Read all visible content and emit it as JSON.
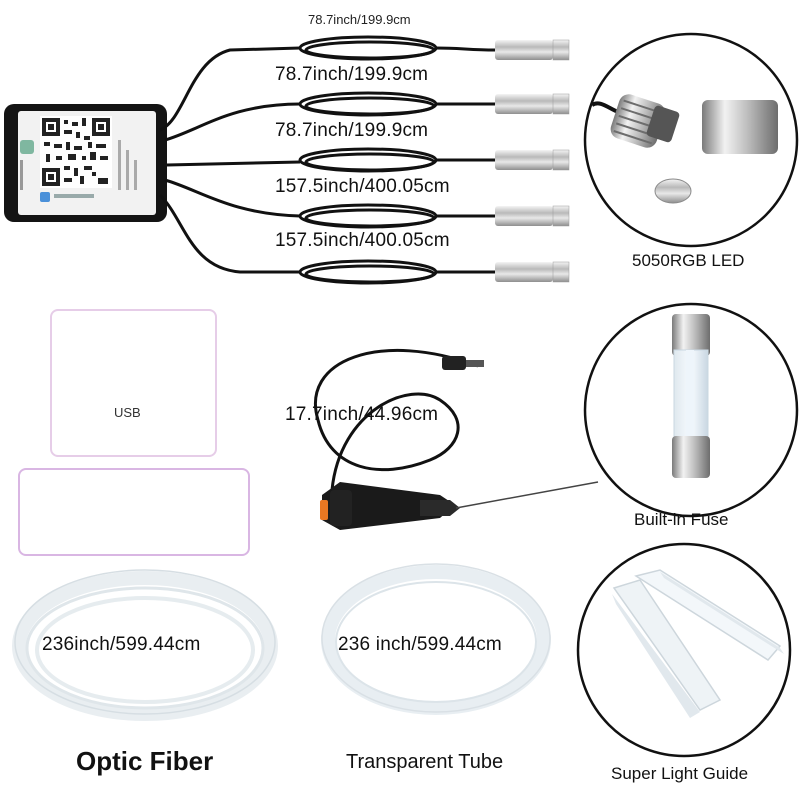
{
  "cables": [
    {
      "length_label": "78.7inch/199.9cm"
    },
    {
      "length_label": "78.7inch/199.9cm"
    },
    {
      "length_label": "157.5inch/400.05cm"
    },
    {
      "length_label": "157.5inch/400.05cm"
    }
  ],
  "top_small_label": "78.7inch/199.9cm",
  "led": {
    "caption": "5050RGB LED"
  },
  "usb": {
    "caption": "USB"
  },
  "car_charger": {
    "length_label": "17.7inch/44.96cm"
  },
  "fuse": {
    "caption": "Built-in Fuse"
  },
  "optic_fiber": {
    "length_label": "236inch/599.44cm",
    "caption": "Optic Fiber"
  },
  "tube": {
    "length_label": "236 inch/599.44cm",
    "caption": "Transparent Tube"
  },
  "light_guide": {
    "caption": "Super Light Guide"
  },
  "colors": {
    "accent_purple": "#d9b6e3",
    "charger_tip": "#e87722"
  }
}
